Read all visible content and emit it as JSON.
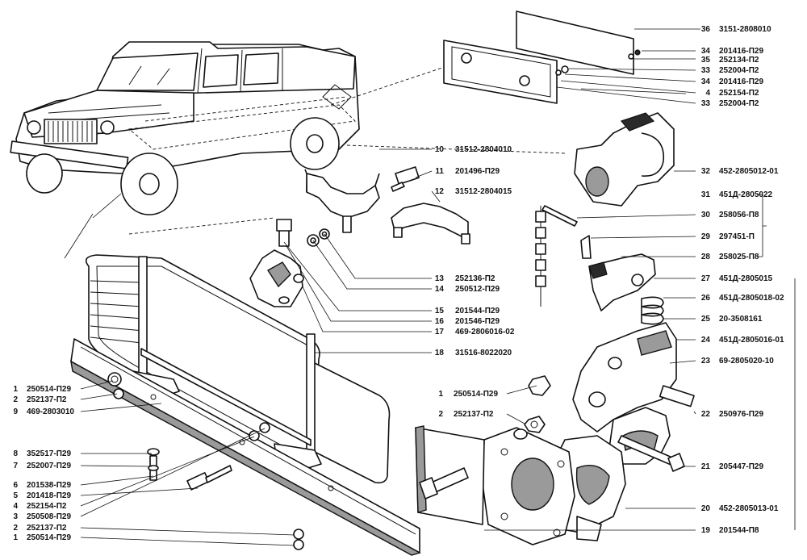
{
  "callouts_right": [
    {
      "num": "36",
      "code": "3151-2808010"
    },
    {
      "num": "34",
      "code": "201416-П29"
    },
    {
      "num": "35",
      "code": "252134-П2"
    },
    {
      "num": "33",
      "code": "252004-П2"
    },
    {
      "num": "34",
      "code": "201416-П29"
    },
    {
      "num": "4",
      "code": "252154-П2"
    },
    {
      "num": "33",
      "code": "252004-П2"
    },
    {
      "num": "32",
      "code": "452-2805012-01"
    },
    {
      "num": "31",
      "code": "451Д-2805022"
    },
    {
      "num": "30",
      "code": "258056-П8"
    },
    {
      "num": "29",
      "code": "297451-П"
    },
    {
      "num": "28",
      "code": "258025-П8"
    },
    {
      "num": "27",
      "code": "451Д-2805015"
    },
    {
      "num": "26",
      "code": "451Д-2805018-02"
    },
    {
      "num": "25",
      "code": "20-3508161"
    },
    {
      "num": "24",
      "code": "451Д-2805016-01"
    },
    {
      "num": "23",
      "code": "69-2805020-10"
    },
    {
      "num": "22",
      "code": "250976-П29"
    },
    {
      "num": "21",
      "code": "205447-П29"
    },
    {
      "num": "20",
      "code": "452-2805013-01"
    },
    {
      "num": "19",
      "code": "201544-П8"
    }
  ],
  "callouts_middle": [
    {
      "num": "10",
      "code": "31512-2804010"
    },
    {
      "num": "11",
      "code": "201496-П29"
    },
    {
      "num": "12",
      "code": "31512-2804015"
    },
    {
      "num": "13",
      "code": "252136-П2"
    },
    {
      "num": "14",
      "code": "250512-П29"
    },
    {
      "num": "15",
      "code": "201544-П29"
    },
    {
      "num": "16",
      "code": "201546-П29"
    },
    {
      "num": "17",
      "code": "469-2806016-02"
    },
    {
      "num": "18",
      "code": "31516-8022020"
    }
  ],
  "callouts_center": [
    {
      "num": "1",
      "code": "250514-П29"
    },
    {
      "num": "2",
      "code": "252137-П2"
    }
  ],
  "callouts_left": [
    {
      "num": "1",
      "code": "250514-П29"
    },
    {
      "num": "2",
      "code": "252137-П2"
    },
    {
      "num": "9",
      "code": "469-2803010"
    },
    {
      "num": "8",
      "code": "352517-П29"
    },
    {
      "num": "7",
      "code": "252007-П29"
    },
    {
      "num": "6",
      "code": "201538-П29"
    },
    {
      "num": "5",
      "code": "201418-П29"
    },
    {
      "num": "4",
      "code": "252154-П2"
    },
    {
      "num": "3",
      "code": "250508-П29"
    },
    {
      "num": "2",
      "code": "252137-П2"
    },
    {
      "num": "1",
      "code": "250514-П29"
    }
  ]
}
